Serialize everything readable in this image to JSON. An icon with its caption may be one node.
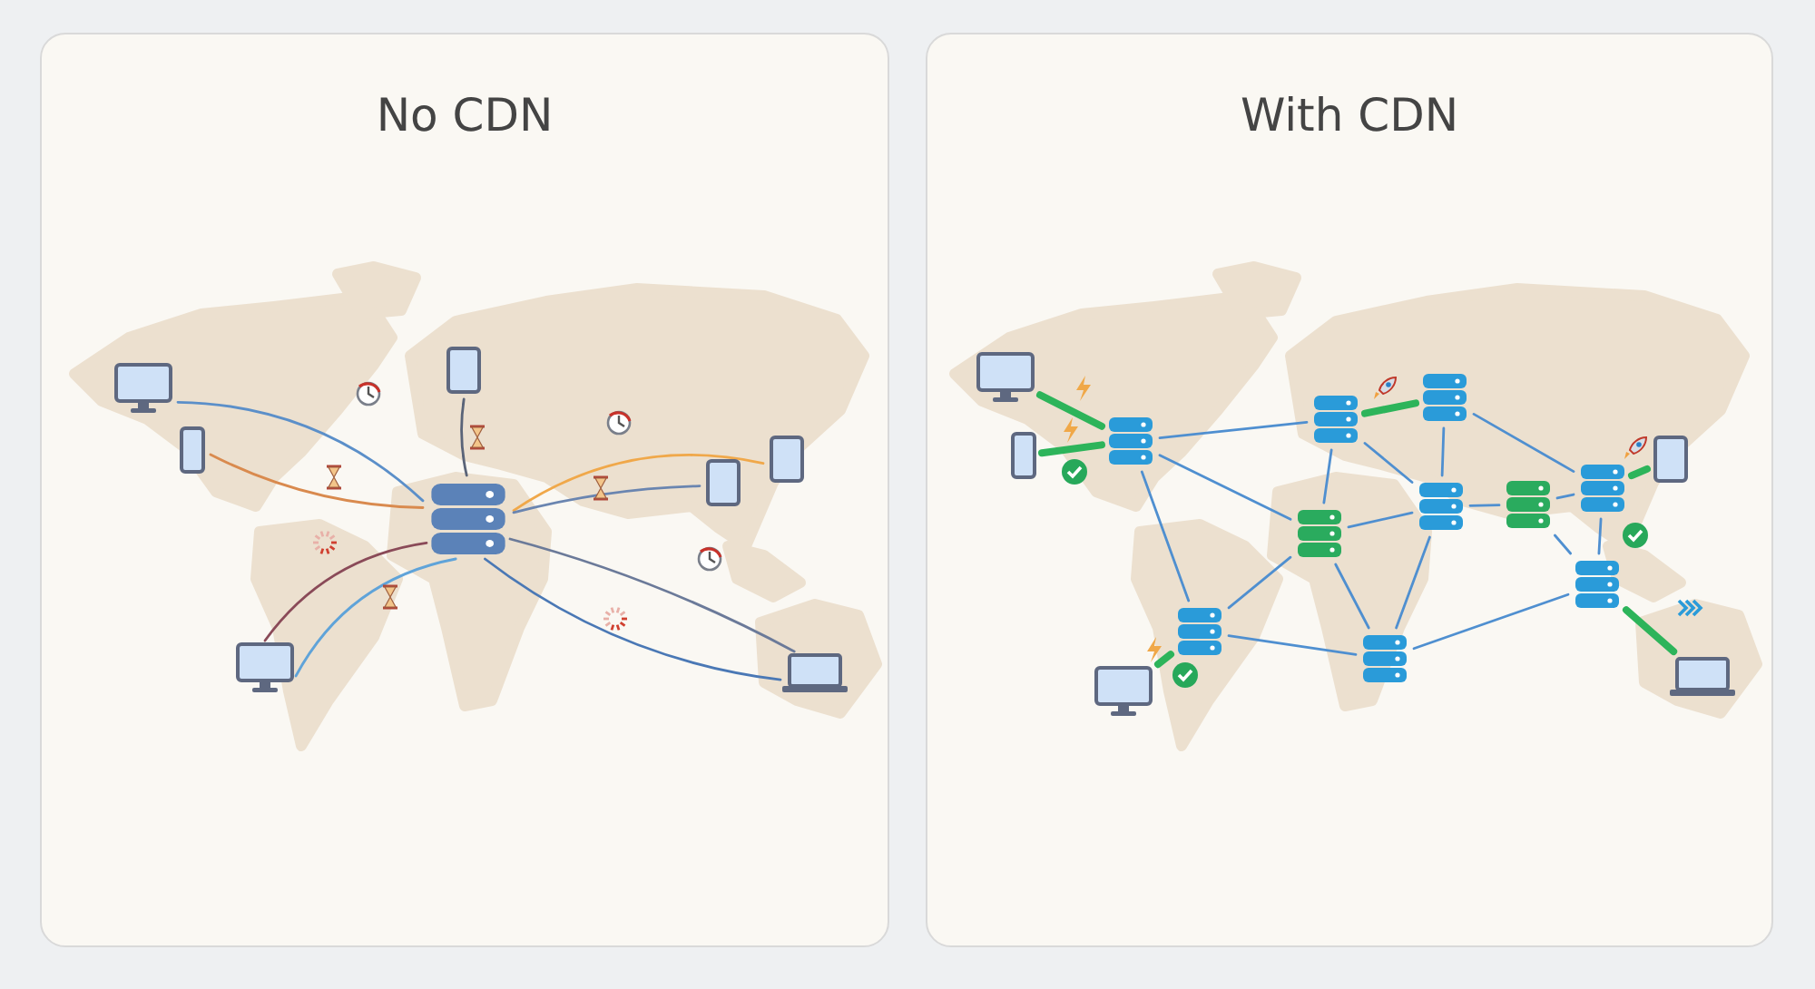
{
  "diagram": {
    "nodes": [
      {
        "text": [
          "No CDN"
        ]
      },
      {
        "text": [],
        "shape": "monitor",
        "in": 0
      },
      {
        "text": [],
        "shape": "phone",
        "in": 0
      },
      {
        "text": [],
        "shape": "tablet",
        "in": 0
      },
      {
        "text": [],
        "shape": "tablet",
        "in": 0
      },
      {
        "text": [],
        "shape": "tablet",
        "in": 0
      },
      {
        "text": [],
        "shape": "monitor",
        "in": 0
      },
      {
        "text": [],
        "shape": "laptop",
        "in": 0
      },
      {
        "text": [],
        "shape": "server",
        "in": 0
      },
      {
        "text": [
          "With CDN"
        ]
      },
      {
        "text": [],
        "shape": "monitor",
        "in": 9
      },
      {
        "text": [],
        "shape": "phone",
        "in": 9
      },
      {
        "text": [],
        "shape": "server",
        "in": 9
      },
      {
        "text": [],
        "shape": "server",
        "in": 9
      },
      {
        "text": [],
        "shape": "server",
        "in": 9
      },
      {
        "text": [],
        "shape": "tablet",
        "in": 9
      },
      {
        "text": [],
        "shape": "server",
        "in": 9
      },
      {
        "text": [],
        "shape": "server",
        "in": 9
      },
      {
        "text": [],
        "shape": "server",
        "in": 9
      },
      {
        "text": [],
        "shape": "server",
        "in": 9
      },
      {
        "text": [],
        "shape": "server",
        "in": 9
      },
      {
        "text": [],
        "shape": "server",
        "in": 9
      },
      {
        "text": [],
        "shape": "monitor",
        "in": 9
      },
      {
        "text": [],
        "shape": "server",
        "in": 9
      },
      {
        "text": [],
        "shape": "laptop",
        "in": 9
      }
    ],
    "edges": [
      {
        "from": 1,
        "to": 8,
        "arrow": "none",
        "color": "#5b8fc9"
      },
      {
        "from": 2,
        "to": 8,
        "arrow": "none",
        "color": "#d98a4e"
      },
      {
        "from": 3,
        "to": 8,
        "arrow": "none",
        "color": "#5a6478"
      },
      {
        "from": 8,
        "to": 4,
        "arrow": "none",
        "color": "#f0a84a"
      },
      {
        "from": 8,
        "to": 5,
        "arrow": "none",
        "color": "#6a85b0"
      },
      {
        "from": 6,
        "to": 8,
        "arrow": "none",
        "color": "#8a4a58"
      },
      {
        "from": 6,
        "to": 8,
        "arrow": "none",
        "color": "#5fa3d9"
      },
      {
        "from": 8,
        "to": 7,
        "arrow": "none",
        "color": "#6b7a99"
      },
      {
        "from": 8,
        "to": 7,
        "arrow": "none",
        "color": "#4a78b5"
      },
      {
        "from": 10,
        "to": 12,
        "arrow": "none",
        "style": "thick",
        "color": "#2db45a"
      },
      {
        "from": 11,
        "to": 12,
        "arrow": "none",
        "style": "thick",
        "color": "#2db45a"
      },
      {
        "from": 13,
        "to": 14,
        "arrow": "none",
        "style": "thick",
        "color": "#2db45a"
      },
      {
        "from": 16,
        "to": 15,
        "arrow": "none",
        "style": "thick",
        "color": "#2db45a"
      },
      {
        "from": 21,
        "to": 22,
        "arrow": "none",
        "style": "thick",
        "color": "#2db45a"
      },
      {
        "from": 20,
        "to": 24,
        "arrow": "none",
        "style": "thick",
        "color": "#2db45a"
      },
      {
        "from": 12,
        "to": 13,
        "arrow": "none"
      },
      {
        "from": 12,
        "to": 19,
        "arrow": "none"
      },
      {
        "from": 12,
        "to": 21,
        "arrow": "none"
      },
      {
        "from": 13,
        "to": 19,
        "arrow": "none"
      },
      {
        "from": 13,
        "to": 17,
        "arrow": "none"
      },
      {
        "from": 14,
        "to": 17,
        "arrow": "none"
      },
      {
        "from": 14,
        "to": 16,
        "arrow": "none"
      },
      {
        "from": 19,
        "to": 17,
        "arrow": "none"
      },
      {
        "from": 19,
        "to": 21,
        "arrow": "none"
      },
      {
        "from": 19,
        "to": 23,
        "arrow": "none"
      },
      {
        "from": 17,
        "to": 23,
        "arrow": "none"
      },
      {
        "from": 17,
        "to": 18,
        "arrow": "none"
      },
      {
        "from": 18,
        "to": 16,
        "arrow": "none"
      },
      {
        "from": 18,
        "to": 20,
        "arrow": "none"
      },
      {
        "from": 16,
        "to": 20,
        "arrow": "none"
      },
      {
        "from": 21,
        "to": 23,
        "arrow": "none"
      },
      {
        "from": 23,
        "to": 20,
        "arrow": "none"
      }
    ]
  }
}
